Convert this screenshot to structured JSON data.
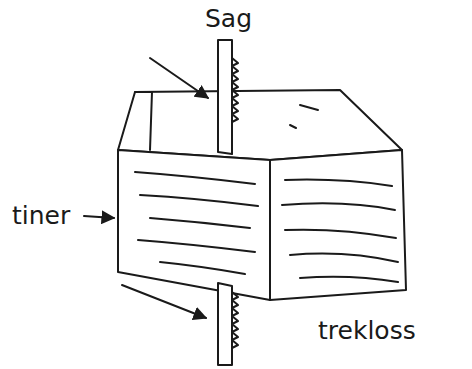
{
  "diagram": {
    "labels": [
      "Sag",
      "tiner",
      "trekloss"
    ]
  }
}
